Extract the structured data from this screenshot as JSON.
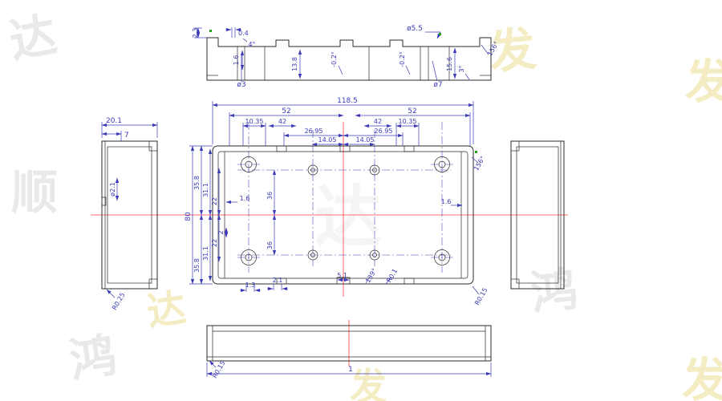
{
  "meta": {
    "type": "cad-engineering-drawing",
    "views": [
      "top-section",
      "left-side",
      "plan",
      "right-side",
      "front"
    ]
  },
  "colors": {
    "dim": "#3b3bb8",
    "outline": "#2b2b2b",
    "center": "#ff3b3b",
    "mark": "#21a121",
    "wm-gray": "#e9e9e9",
    "wm-yellow": "#f4edc3"
  },
  "dims": {
    "sec": {
      "h23": "2.3",
      "w04": "0.4",
      "a4": "4°",
      "t16": "1.6",
      "d3": "ø3",
      "h138": "13.8",
      "da": "-0.2°",
      "db": "-0.2°",
      "d55": "ø5.5",
      "d7": "ø7",
      "h156": "15.6",
      "a3": "3°",
      "a156": "156°"
    },
    "plan_top": {
      "w1185": "118.5",
      "l52": "52",
      "r52": "52",
      "l1035": "10.35",
      "r1035": "10.35",
      "l42": "42",
      "r42": "42",
      "l2695": "26.95",
      "r2695": "26.95",
      "l1405": "14.05",
      "r1405": "14.05"
    },
    "plan_left": {
      "h80": "80",
      "t358": "35.8",
      "t311": "31.1",
      "t22": "22",
      "b22": "22",
      "b311": "31.1",
      "b358": "35.8",
      "w2": "2"
    },
    "plan_inner": {
      "l16": "1.6",
      "r16": "1.6",
      "t36": "36",
      "b36": "36"
    },
    "plan_bottom": {
      "w13": "1.3",
      "w21": "2.1",
      "w51": "5.1",
      "a139": "139°",
      "r01": "R0.1",
      "r015": "R0.15",
      "a156": "156°"
    },
    "left_view": {
      "w201": "20.1",
      "w7": "7",
      "d21": "ø2.1",
      "r025": "R0.25"
    },
    "front_view": {
      "r015": "R0.15",
      "w1": "1"
    }
  },
  "watermarks": [
    "达",
    "顺",
    "鸿",
    "发",
    "发",
    "鸿",
    "发",
    "发",
    "达",
    "达"
  ]
}
